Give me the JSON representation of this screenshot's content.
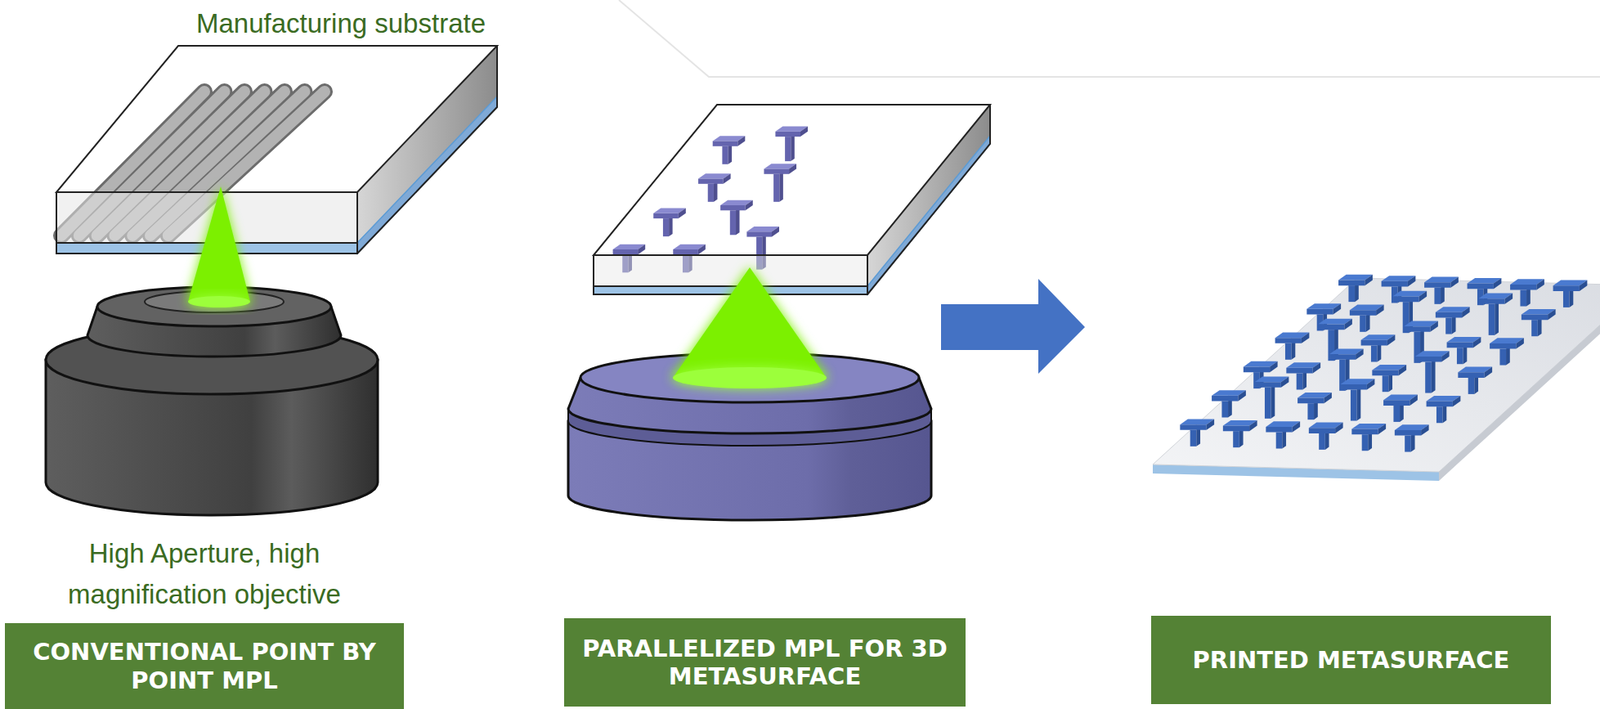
{
  "diagram": {
    "nodes": [
      {
        "text": [
          "CONVENTIONAL POINT BY POINT MPL"
        ]
      },
      {
        "text": [
          "PARALLELIZED MPL FOR 3D METASURFACE"
        ]
      },
      {
        "text": [
          "PRINTED METASURFACE"
        ]
      }
    ],
    "labels": [
      "Manufacturing substrate",
      "High Aperture, high magnification objective"
    ]
  }
}
